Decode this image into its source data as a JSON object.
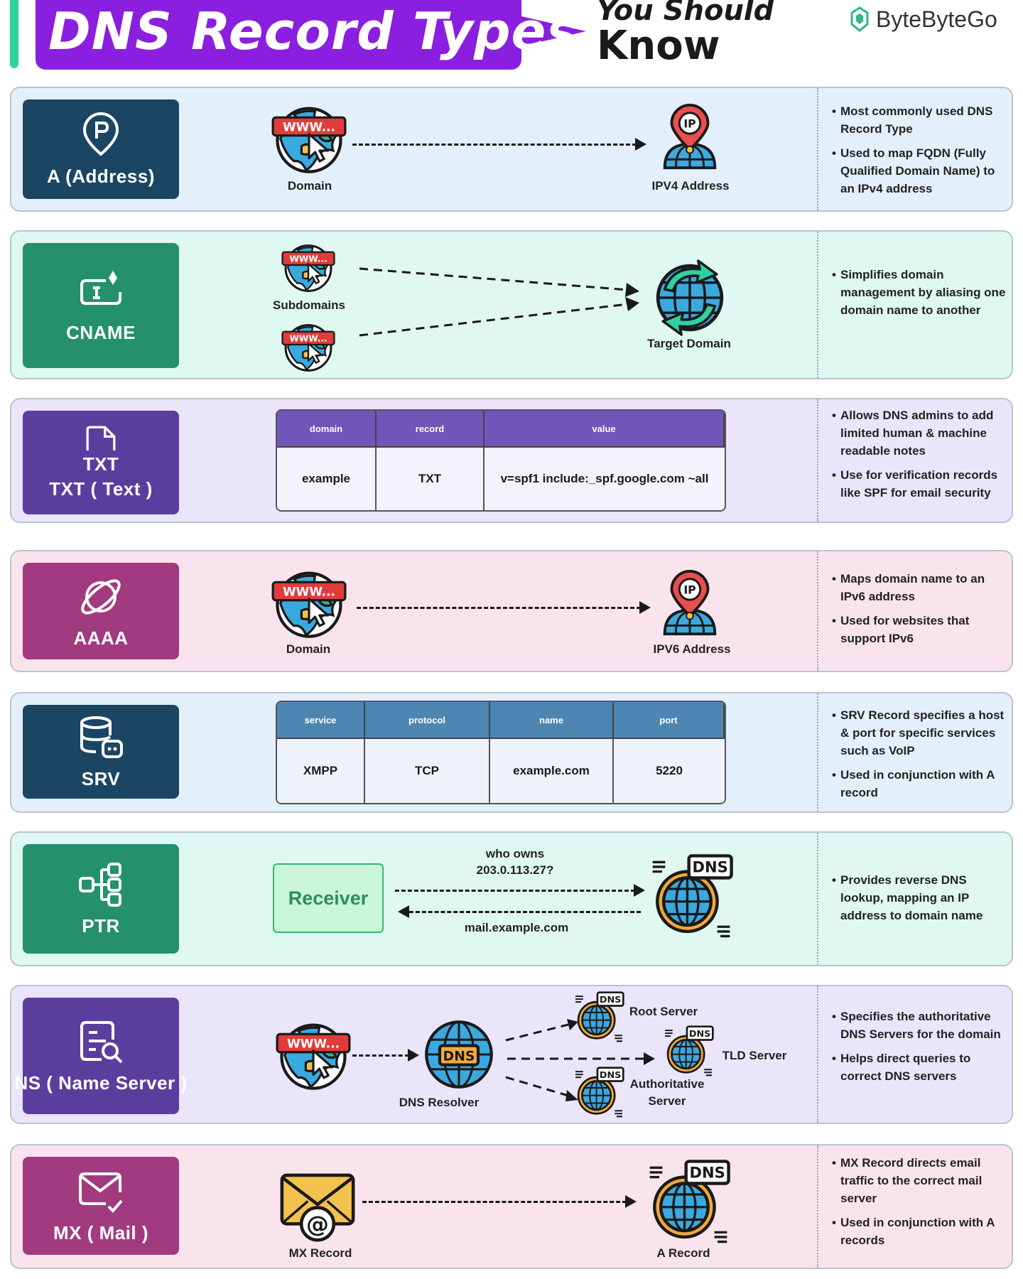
{
  "header": {
    "title": "DNS Record Types",
    "subtitle_line1": "You Should",
    "subtitle_line2": "Know",
    "brand": "ByteByteGo"
  },
  "colors": {
    "title_banner": "#8a1fe0",
    "accent": "#2ed3a0",
    "navy": "#1b4663",
    "teal": "#24906c",
    "purple": "#5a3e9e",
    "magenta": "#a23a7f"
  },
  "records": {
    "a": {
      "label": "A (Address)",
      "source": "Domain",
      "target": "IPV4 Address",
      "notes": [
        "Most commonly used DNS Record Type",
        "Used to map FQDN (Fully Qualified Domain Name) to an IPv4 address"
      ]
    },
    "cname": {
      "label": "CNAME",
      "source": "Subdomains",
      "target": "Target Domain",
      "notes": [
        "Simplifies domain management by aliasing one domain name to another"
      ]
    },
    "txt": {
      "label": "TXT ( Text )",
      "icon_text": "TXT",
      "table": {
        "headers": [
          "domain",
          "record",
          "value"
        ],
        "row": [
          "example",
          "TXT",
          "v=spf1 include:_spf.google.com ~all"
        ]
      },
      "notes": [
        "Allows DNS admins to add limited human & machine readable notes",
        "Use for verification records like SPF for email security"
      ]
    },
    "aaaa": {
      "label": "AAAA",
      "source": "Domain",
      "target": "IPV6 Address",
      "notes": [
        "Maps domain name to an IPv6 address",
        "Used for websites that support IPv6"
      ]
    },
    "srv": {
      "label": "SRV",
      "table": {
        "headers": [
          "service",
          "protocol",
          "name",
          "port"
        ],
        "row": [
          "XMPP",
          "TCP",
          "example.com",
          "5220"
        ]
      },
      "notes": [
        "SRV Record specifies a host & port for specific services such as VoIP",
        "Used in conjunction with A record"
      ]
    },
    "ptr": {
      "label": "PTR",
      "receiver": "Receiver",
      "query": "who owns 203.0.113.27?",
      "answer": "mail.example.com",
      "notes": [
        "Provides reverse DNS lookup, mapping an IP address to domain name"
      ]
    },
    "ns": {
      "label": "NS ( Name Server )",
      "resolver": "DNS Resolver",
      "root": "Root Server",
      "tld": "TLD Server",
      "authoritative": "Authoritative Server",
      "notes": [
        "Specifies the authoritative DNS Servers for the domain",
        "Helps direct queries to correct DNS servers"
      ]
    },
    "mx": {
      "label": "MX ( Mail )",
      "source": "MX Record",
      "target": "A Record",
      "notes": [
        "MX Record directs email traffic to the correct mail server",
        "Used in conjunction with A records"
      ]
    }
  },
  "icons": {
    "www": "www-globe-icon",
    "ip": "ip-pin-icon",
    "dns": "dns-globe-icon",
    "sync": "sync-globe-icon",
    "mail": "mail-envelope-icon"
  },
  "dns_badge": "DNS",
  "www_badge": "WWW...",
  "ip_badge": "IP"
}
